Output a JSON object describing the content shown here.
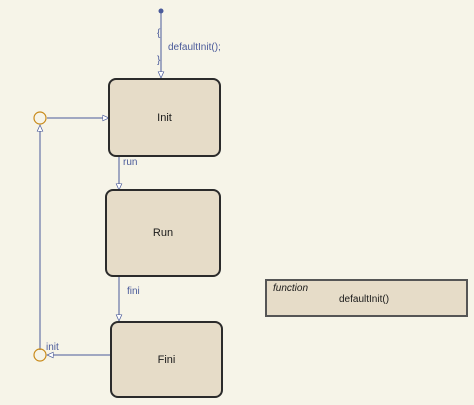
{
  "states": {
    "init": "Init",
    "run": "Run",
    "fini": "Fini"
  },
  "default_transition": {
    "open_brace": "{",
    "action": "defaultInit();",
    "close_brace": "}"
  },
  "transitions": {
    "init_to_run": "run",
    "run_to_fini": "fini",
    "fini_to_junction": "init"
  },
  "function_box": {
    "keyword": "function",
    "name": "defaultInit()"
  },
  "colors": {
    "background": "#f6f4e8",
    "state_fill": "#e6dcc8",
    "state_border": "#2b2b2b",
    "transition": "#4a5a9a",
    "junction": "#c98a1a"
  }
}
